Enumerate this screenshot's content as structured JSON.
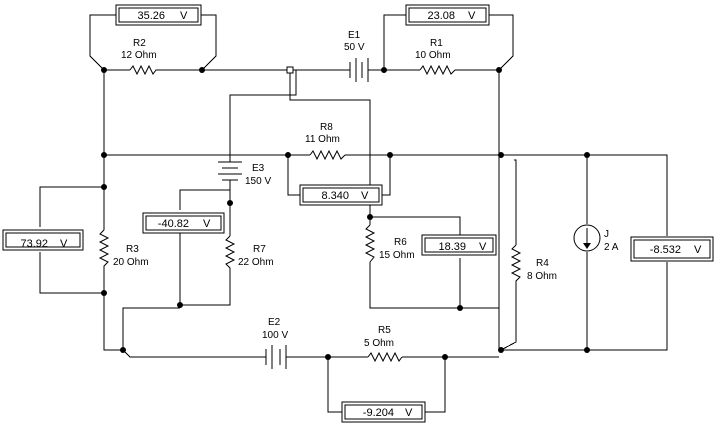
{
  "components": {
    "R1": {
      "name": "R1",
      "value": "10  Ohm"
    },
    "R2": {
      "name": "R2",
      "value": "12  Ohm"
    },
    "R3": {
      "name": "R3",
      "value": "20  Ohm"
    },
    "R4": {
      "name": "R4",
      "value": "8  Ohm"
    },
    "R5": {
      "name": "R5",
      "value": "5  Ohm"
    },
    "R6": {
      "name": "R6",
      "value": "15  Ohm"
    },
    "R7": {
      "name": "R7",
      "value": "22  Ohm"
    },
    "R8": {
      "name": "R8",
      "value": "11  Ohm"
    },
    "E1": {
      "name": "E1",
      "value": "50 V"
    },
    "E2": {
      "name": "E2",
      "value": "100 V"
    },
    "E3": {
      "name": "E3",
      "value": "150 V"
    },
    "J": {
      "name": "J",
      "value": "2 A"
    }
  },
  "meters": {
    "vm_r2": {
      "reading": "35.26",
      "unit": "V"
    },
    "vm_r1": {
      "reading": "23.08",
      "unit": "V"
    },
    "vm_r3": {
      "reading": "73.92",
      "unit": "V"
    },
    "vm_r7": {
      "reading": "-40.82",
      "unit": "V"
    },
    "vm_r8": {
      "reading": "8.340",
      "unit": "V"
    },
    "vm_r6": {
      "reading": "18.39",
      "unit": "V"
    },
    "vm_j": {
      "reading": "-8.532",
      "unit": "V"
    },
    "vm_r5": {
      "reading": "-9.204",
      "unit": "V"
    }
  }
}
